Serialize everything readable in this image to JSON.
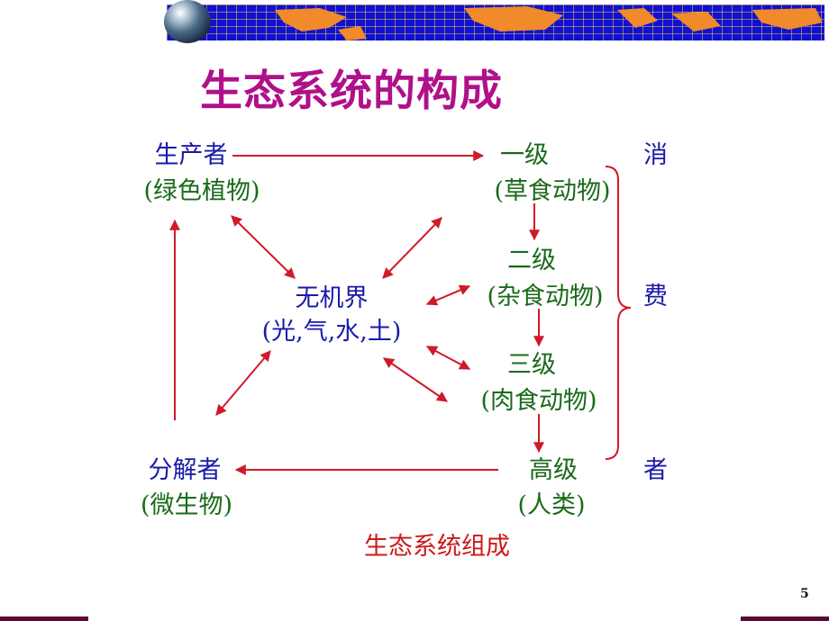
{
  "title": "生态系统的构成",
  "nodes": {
    "producer": {
      "name": "生产者",
      "detail": "(绿色植物)"
    },
    "abiotic": {
      "name": "无机界",
      "detail": "(光,气,水,土)"
    },
    "primary": {
      "name": "一级",
      "detail": "(草食动物)"
    },
    "secondary": {
      "name": "二级",
      "detail": "(杂食动物)"
    },
    "tertiary": {
      "name": "三级",
      "detail": "(肉食动物)"
    },
    "top": {
      "name": "高级",
      "detail": "(人类)"
    },
    "decomposer": {
      "name": "分解者",
      "detail": "(微生物)"
    }
  },
  "consumer_label": [
    "消",
    "费",
    "者"
  ],
  "caption": "生态系统组成",
  "page_number": "5",
  "colors": {
    "title": "#b0108a",
    "blue_text": "#1a1aa8",
    "green_text": "#1a6a1a",
    "arrow": "#d01a2a",
    "banner": "#1010d0"
  }
}
